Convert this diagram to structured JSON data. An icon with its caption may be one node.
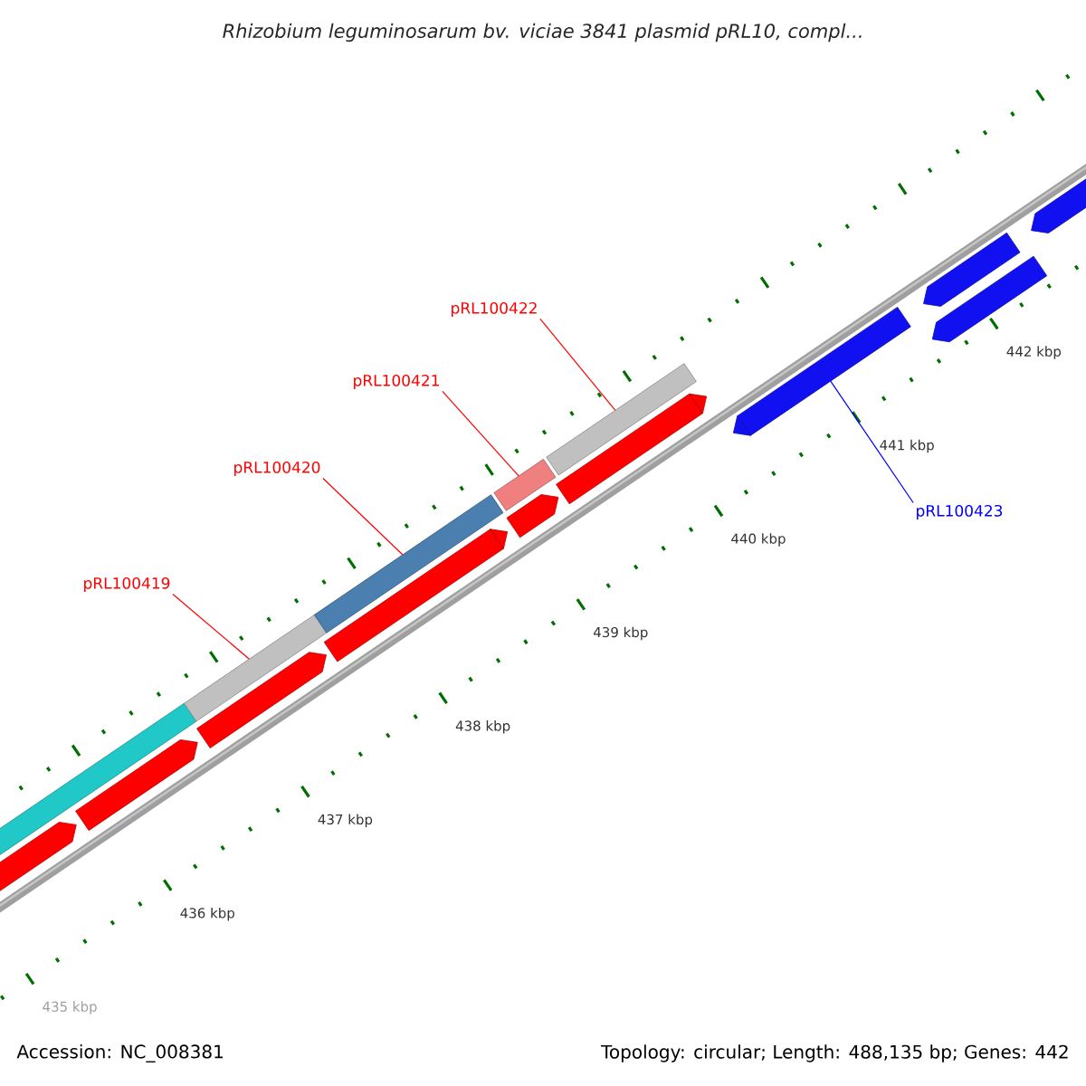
{
  "diagram": {
    "title": "Rhizobium leguminosarum bv. viciae 3841 plasmid pRL10, compl...",
    "nodes": [
      {
        "text": [
          "pRL100419"
        ]
      },
      {
        "text": [
          "pRL100420"
        ]
      },
      {
        "text": [
          "pRL100421"
        ]
      },
      {
        "text": [
          "pRL100422"
        ]
      },
      {
        "text": [
          "pRL100423"
        ]
      },
      {
        "text": [],
        "shape": "bar"
      },
      {
        "text": [],
        "shape": "bar"
      },
      {
        "text": [],
        "shape": "bar"
      },
      {
        "text": [],
        "shape": "bar"
      },
      {
        "text": [],
        "shape": "bar"
      },
      {
        "text": [],
        "shape": "bar"
      },
      {
        "text": [],
        "shape": "bar"
      }
    ],
    "edges": [
      {
        "from": 0,
        "to": 5,
        "arrow": "none"
      },
      {
        "from": 1,
        "to": 6,
        "arrow": "none"
      },
      {
        "from": 2,
        "to": 7,
        "arrow": "none"
      },
      {
        "from": 3,
        "to": 8,
        "arrow": "none"
      },
      {
        "from": 4,
        "to": 9,
        "arrow": "none",
        "color": "#0000ff"
      }
    ],
    "labels": [
      "435 kbp",
      "436 kbp",
      "437 kbp",
      "438 kbp",
      "439 kbp",
      "440 kbp",
      "441 kbp",
      "442 kbp",
      "Accession: NC_008381",
      "Topology: circular; Length: 488,135 bp; Genes: 442"
    ]
  }
}
